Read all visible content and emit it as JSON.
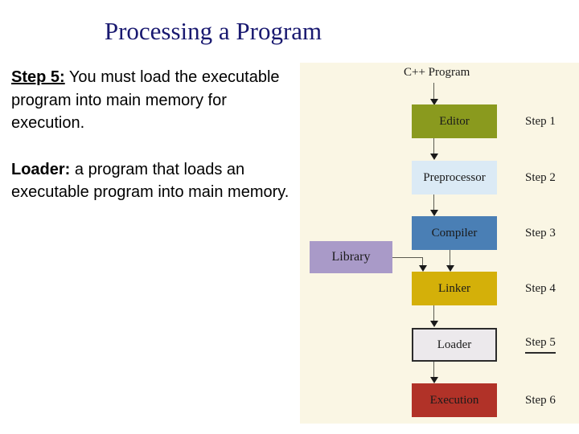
{
  "slide": {
    "title": "Processing a Program"
  },
  "body": {
    "paragraph_1": {
      "lead": "Step 5:",
      "text": " You must load the executable program into main memory for execution."
    },
    "paragraph_2": {
      "lead": "Loader:",
      "text": " a program that loads an executable program into main memory."
    }
  },
  "diagram": {
    "input_label": "C++ Program",
    "background_color": "#faf6e4",
    "boxes": [
      {
        "label": "Editor",
        "color": "#8a9a1e",
        "step": "Step 1",
        "highlighted": false
      },
      {
        "label": "Preprocessor",
        "color": "#dbeaf5",
        "step": "Step 2",
        "highlighted": false
      },
      {
        "label": "Compiler",
        "color": "#4a7fb5",
        "step": "Step 3",
        "highlighted": false
      },
      {
        "label": "Linker",
        "color": "#d4b009",
        "step": "Step 4",
        "highlighted": false
      },
      {
        "label": "Loader",
        "color": "#ece9ec",
        "step": "Step 5",
        "highlighted": true
      },
      {
        "label": "Execution",
        "color": "#b13228",
        "step": "Step 6",
        "highlighted": false
      }
    ],
    "side_box": {
      "label": "Library",
      "color": "#a99ac8"
    }
  }
}
